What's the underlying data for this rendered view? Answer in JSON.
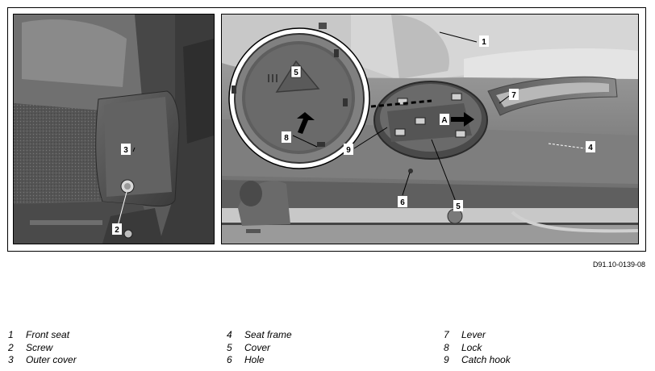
{
  "figure": {
    "id": "D91.10-0139-08",
    "callouts": {
      "c1": "1",
      "c2": "2",
      "c3": "3",
      "c4": "4",
      "c5a": "5",
      "c5b": "5",
      "c6": "6",
      "c7": "7",
      "c8": "8",
      "c9": "9"
    },
    "arrow_label": "A"
  },
  "legend": {
    "columns": [
      [
        {
          "num": "1",
          "text": "Front seat"
        },
        {
          "num": "2",
          "text": "Screw"
        },
        {
          "num": "3",
          "text": "Outer cover"
        }
      ],
      [
        {
          "num": "4",
          "text": "Seat frame"
        },
        {
          "num": "5",
          "text": "Cover"
        },
        {
          "num": "6",
          "text": "Hole"
        }
      ],
      [
        {
          "num": "7",
          "text": "Lever"
        },
        {
          "num": "8",
          "text": "Lock"
        },
        {
          "num": "9",
          "text": "Catch hook"
        }
      ]
    ]
  }
}
